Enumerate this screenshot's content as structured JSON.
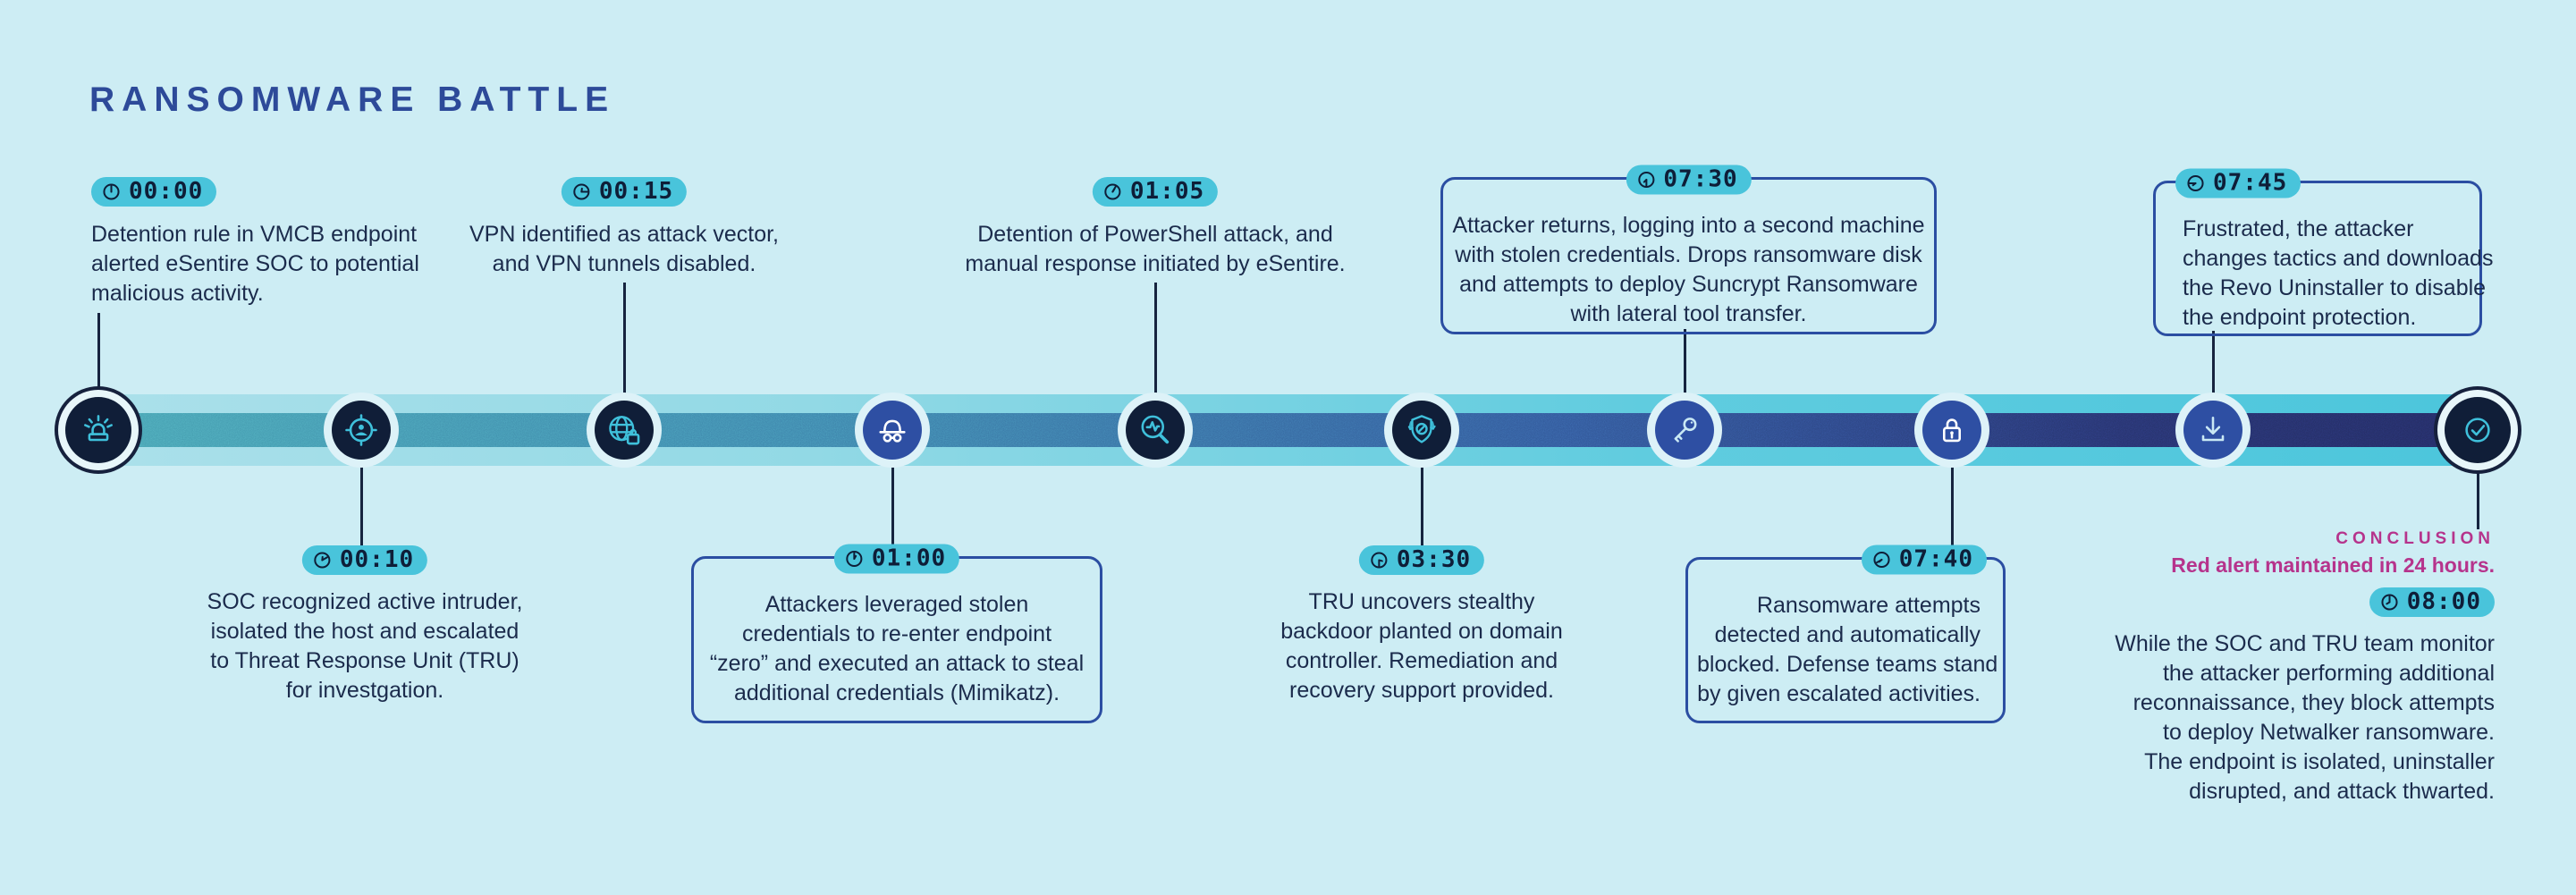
{
  "title": "RANSOMWARE BATTLE",
  "colors": {
    "background": "#CDEDF4",
    "title": "#2D4A99",
    "body_text": "#1B2B4C",
    "badge_fill": "#49C4DB",
    "badge_text": "#0E1E38",
    "box_border": "#2B4EA2",
    "connector": "#16243F",
    "node_dark": "#101E38",
    "node_royal_blue": "#2E4FA3",
    "icon_cyan": "#3FC0DB",
    "accent_magenta": "#B6338C",
    "band_gradient": [
      "#ABE0EA",
      "#4CC6DC"
    ],
    "strip_gradient": [
      "#47A2B2",
      "#232B62"
    ]
  },
  "events": [
    {
      "time": "00:00",
      "icon": "siren-alert-icon",
      "lines": [
        "Detention rule in VMCB endpoint",
        "alerted eSentire SOC to potential",
        "malicious activity."
      ]
    },
    {
      "time": "00:10",
      "icon": "intruder-target-icon",
      "lines": [
        "SOC recognized active intruder,",
        "isolated the host and escalated",
        "to Threat Response Unit (TRU)",
        "for investgation."
      ]
    },
    {
      "time": "00:15",
      "icon": "globe-vpn-lock-icon",
      "lines": [
        "VPN identified as attack vector,",
        "and VPN tunnels disabled."
      ]
    },
    {
      "time": "01:00",
      "icon": "incognito-attacker-icon",
      "lines": [
        "Attackers leveraged stolen",
        "credentials to re-enter endpoint",
        "“zero” and executed an attack to steal",
        "additional credentials (Mimikatz)."
      ]
    },
    {
      "time": "01:05",
      "icon": "threat-search-icon",
      "lines": [
        "Detention of PowerShell attack, and",
        "manual response initiated by eSentire."
      ]
    },
    {
      "time": "03:30",
      "icon": "shield-block-icon",
      "lines": [
        "TRU uncovers stealthy",
        "backdoor planted on domain",
        "controller. Remediation and",
        "recovery support provided."
      ]
    },
    {
      "time": "07:30",
      "icon": "credentials-key-icon",
      "lines": [
        "Attacker returns, logging into a second machine",
        "with stolen credentials. Drops ransomware disk",
        "and attempts to deploy Suncrypt Ransomware",
        "with lateral tool transfer."
      ]
    },
    {
      "time": "07:40",
      "icon": "ransomware-lock-icon",
      "lines": [
        "Ransomware attempts",
        "detected and automatically",
        "blocked. Defense teams stand",
        "by given escalated activities."
      ]
    },
    {
      "time": "07:45",
      "icon": "download-uninstaller-icon",
      "lines": [
        "Frustrated, the attacker",
        "changes tactics and downloads",
        "the Revo Uninstaller to disable",
        "the endpoint protection."
      ]
    },
    {
      "time": "08:00",
      "icon": "success-check-icon",
      "label": "CONCLUSION",
      "sublabel": "Red alert maintained in 24 hours.",
      "lines": [
        "While the SOC and TRU team monitor",
        "the attacker performing additional",
        "reconnaissance, they block attempts",
        "to deploy Netwalker ransomware.",
        "The endpoint is isolated, uninstaller",
        "disrupted, and attack thwarted."
      ]
    }
  ]
}
